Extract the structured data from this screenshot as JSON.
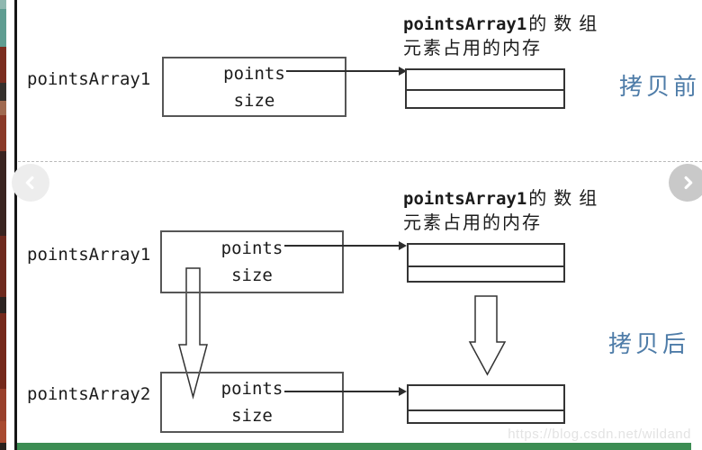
{
  "viewer": {
    "watermark": "https://blog.csdn.net/wildand",
    "accent_blue": "#4e7ca8",
    "bottom_bar_color": "#3c8d53",
    "left_strip_segments": [
      {
        "h": 10,
        "c": "#8fb8b0"
      },
      {
        "h": 42,
        "c": "#5f9d91"
      },
      {
        "h": 40,
        "c": "#7b2d1f"
      },
      {
        "h": 20,
        "c": "#35302c"
      },
      {
        "h": 16,
        "c": "#a06a50"
      },
      {
        "h": 40,
        "c": "#8a3a28"
      },
      {
        "h": 94,
        "c": "#3a2420"
      },
      {
        "h": 68,
        "c": "#6e2a1e"
      },
      {
        "h": 18,
        "c": "#2c2320"
      },
      {
        "h": 84,
        "c": "#75291b"
      },
      {
        "h": 36,
        "c": "#99402b"
      },
      {
        "h": 24,
        "c": "#a84a30"
      },
      {
        "h": 8,
        "c": "#28211d"
      }
    ]
  },
  "before": {
    "var_label": "pointsArray1",
    "field_points": "points",
    "field_size": "size",
    "mem_caption_code": "pointsArray1",
    "mem_caption_cn": "的数组",
    "mem_caption_line2": "元素占用的内存",
    "stage_label": "拷贝前"
  },
  "after": {
    "var1_label": "pointsArray1",
    "var2_label": "pointsArray2",
    "struct1_field_points": "points",
    "struct1_field_size": "size",
    "struct2_field_points": "points",
    "struct2_field_size": "size",
    "mem_caption_code": "pointsArray1",
    "mem_caption_cn": "的数组",
    "mem_caption_line2": "元素占用的内存",
    "stage_label": "拷贝后"
  }
}
